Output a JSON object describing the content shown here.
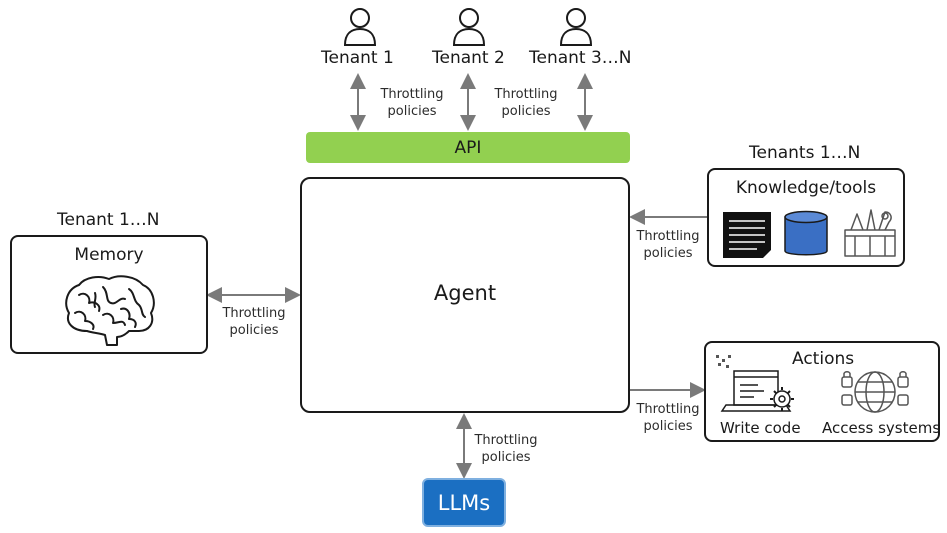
{
  "tenants_top": [
    "Tenant 1",
    "Tenant 2",
    "Tenant 3…N"
  ],
  "throttling": {
    "line1": "Throttling",
    "line2": "policies"
  },
  "api_label": "API",
  "agent_label": "Agent",
  "memory": {
    "group_label": "Tenant 1…N",
    "title": "Memory"
  },
  "knowledge": {
    "group_label": "Tenants 1…N",
    "title": "Knowledge/tools"
  },
  "actions": {
    "title": "Actions",
    "write_code": "Write code",
    "access_systems": "Access systems"
  },
  "llms_label": "LLMs",
  "icons": [
    "user-icon",
    "document-icon",
    "database-icon",
    "toolbox-icon",
    "brain-icon",
    "code-icon",
    "network-icon"
  ],
  "colors": {
    "api_green": "#92d050",
    "llm_blue": "#1b6fc2",
    "arrow_gray": "#7a7a7a",
    "db_blue": "#3a6fc4"
  }
}
